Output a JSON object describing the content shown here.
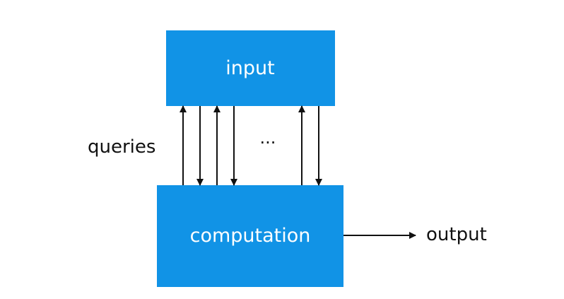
{
  "diagram": {
    "input_label": "input",
    "computation_label": "computation",
    "queries_label": "queries",
    "ellipsis": "···",
    "output_label": "output"
  },
  "colors": {
    "box_fill": "#1193E6",
    "arrow": "#111111",
    "box_text": "#ffffff"
  }
}
